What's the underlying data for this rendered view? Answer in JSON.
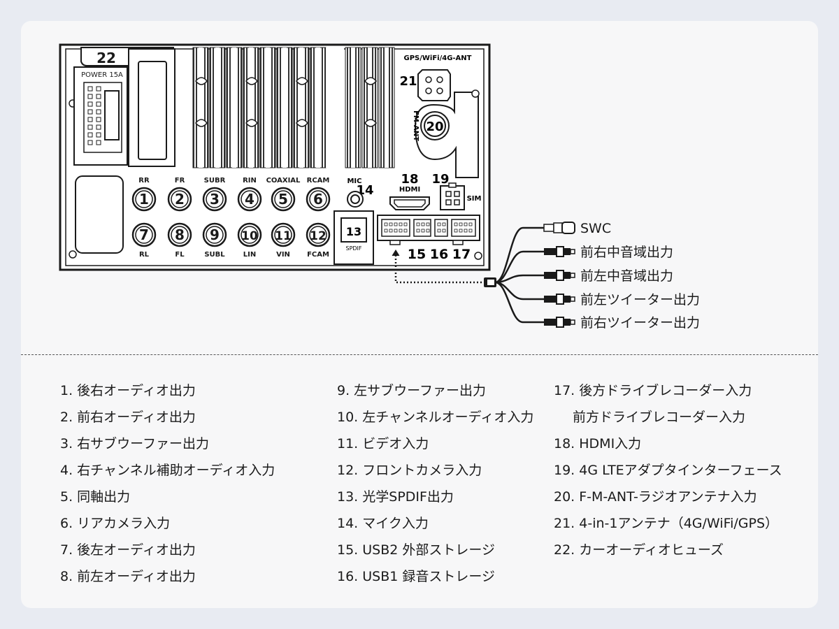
{
  "diagram": {
    "fuse_number": "22",
    "power_label": "POWER 15A",
    "gps_label": "GPS/WiFi/4G-ANT",
    "gps_number": "21",
    "fm_label": "FM-ANT",
    "fm_number": "20",
    "hdmi_number": "18",
    "hdmi_label": "HDMI",
    "sim_number": "19",
    "sim_label": "SIM",
    "mic_label": "MIC",
    "mic_number": "14",
    "spdif_number": "13",
    "spdif_label": "SPDIF",
    "usb_numbers": [
      "15",
      "16",
      "17"
    ],
    "rca_top": [
      {
        "num": "1",
        "label": "RR"
      },
      {
        "num": "2",
        "label": "FR"
      },
      {
        "num": "3",
        "label": "SUBR"
      },
      {
        "num": "4",
        "label": "RIN"
      },
      {
        "num": "5",
        "label": "COAXIAL"
      },
      {
        "num": "6",
        "label": "RCAM"
      }
    ],
    "rca_bottom": [
      {
        "num": "7",
        "label": "RL"
      },
      {
        "num": "8",
        "label": "FL"
      },
      {
        "num": "9",
        "label": "SUBL"
      },
      {
        "num": "10",
        "label": "LIN"
      },
      {
        "num": "11",
        "label": "VIN"
      },
      {
        "num": "12",
        "label": "FCAM"
      }
    ],
    "cable_labels": [
      "SWC",
      "前右中音域出力",
      "前左中音域出力",
      "前左ツイーター出力",
      "前右ツイーター出力"
    ]
  },
  "legend": {
    "col1": [
      "1. 後右オーディオ出力",
      "2. 前右オーディオ出力",
      "3. 右サブウーファー出力",
      "4. 右チャンネル補助オーディオ入力",
      "5. 同軸出力",
      "6. リアカメラ入力",
      "7. 後左オーディオ出力",
      "8. 前左オーディオ出力"
    ],
    "col2": [
      "9. 左サブウーファー出力",
      "10. 左チャンネルオーディオ入力",
      "11. ビデオ入力",
      "12. フロントカメラ入力",
      "13. 光学SPDIF出力",
      "14. マイク入力",
      "15. USB2 外部ストレージ",
      "16. USB1 録音ストレージ"
    ],
    "col3": [
      "17. 後方ドライブレコーダー入力",
      "　前方ドライブレコーダー入力",
      "18. HDMI入力",
      "19. 4G LTEアダプタインターフェース",
      "20. F-M-ANT-ラジオアンテナ入力",
      "21. 4-in-1アンテナ（4G/WiFi/GPS）",
      "22. カーオーディオヒューズ"
    ]
  }
}
